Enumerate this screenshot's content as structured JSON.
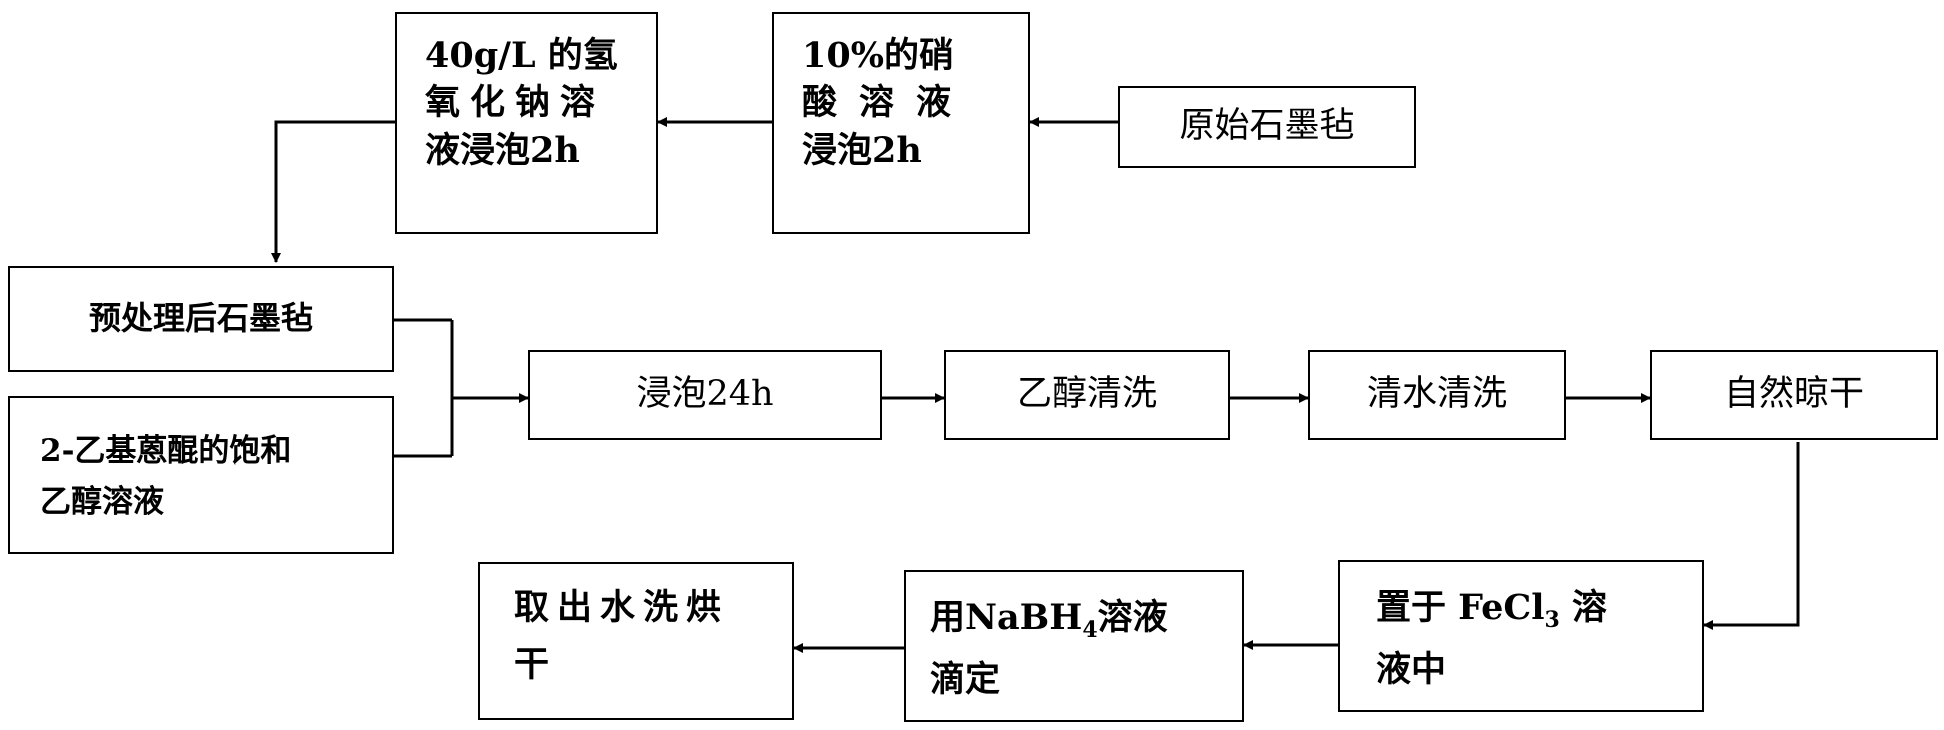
{
  "boxes": {
    "raw_felt": "原始石墨毡",
    "nitric_acid": {
      "line1": "10%的硝",
      "line2": "酸溶液",
      "line3": "浸泡2h"
    },
    "naoh": {
      "line1": "40g/L 的氢",
      "line2": "氧化钠溶",
      "line3": "液浸泡2h"
    },
    "pretreated_felt": "预处理后石墨毡",
    "anthraquinone": {
      "line1": "2-乙基蒽醌的饱和",
      "line2": "乙醇溶液"
    },
    "soak_24h": "浸泡24h",
    "ethanol_wash": "乙醇清洗",
    "water_wash": "清水清洗",
    "air_dry": "自然晾干",
    "fecl3": {
      "line1_prefix": "置于 FeCl",
      "line1_sub": "3",
      "line1_suffix": " 溶",
      "line2": "液中"
    },
    "nabh4": {
      "line1_prefix": "用NaBH",
      "line1_sub": "4",
      "line1_suffix": "溶液",
      "line2": "滴定"
    },
    "final": {
      "line1": "取出水洗烘",
      "line2": "干"
    }
  },
  "colors": {
    "stroke": "#000000",
    "background": "#ffffff"
  }
}
